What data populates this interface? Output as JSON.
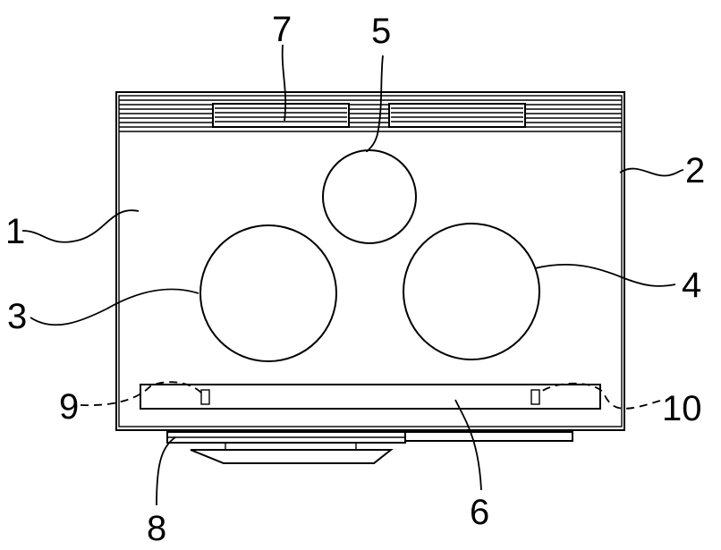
{
  "labels": {
    "label_1": "1",
    "label_2": "2",
    "label_3": "3",
    "label_4": "4",
    "label_5": "5",
    "label_6": "6",
    "label_7": "7",
    "label_8": "8",
    "label_9": "9",
    "label_10": "10"
  }
}
